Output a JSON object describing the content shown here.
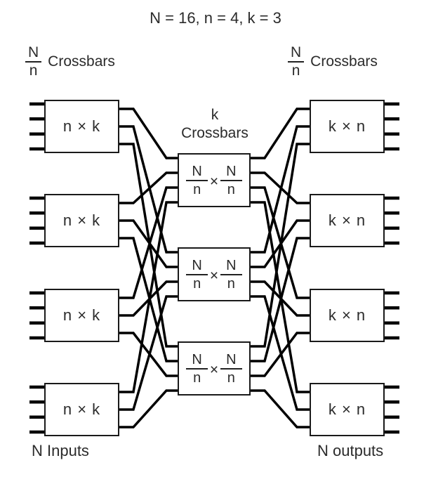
{
  "title": "N = 16, n = 4, k = 3",
  "parameters": {
    "N": 16,
    "n": 4,
    "k": 3
  },
  "stage_labels": {
    "left": {
      "frac_top": "N",
      "frac_bottom": "n",
      "text": "Crossbars"
    },
    "middle": {
      "line1": "k",
      "line2": "Crossbars"
    },
    "right": {
      "frac_top": "N",
      "frac_bottom": "n",
      "text": "Crossbars"
    }
  },
  "footer": {
    "inputs": "N Inputs",
    "outputs": "N outputs"
  },
  "switches": {
    "ingress": {
      "count": 4,
      "label": "n × k"
    },
    "middle": {
      "count": 3,
      "label": {
        "frac1_top": "N",
        "frac1_bottom": "n",
        "operator": "×",
        "frac2_top": "N",
        "frac2_bottom": "n"
      }
    },
    "egress": {
      "count": 4,
      "label": "k × n"
    }
  },
  "network": {
    "inputs_per_ingress_switch": 4,
    "outputs_per_egress_switch": 4,
    "links_per_ingress_switch": 3,
    "links_per_egress_switch": 3
  },
  "colors": {
    "line": "#000000",
    "background": "#ffffff",
    "text": "#2b2b2b"
  }
}
